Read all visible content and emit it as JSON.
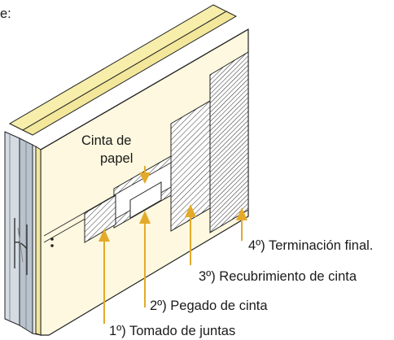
{
  "header_fragment": "e:",
  "labels": {
    "cinta_line1": "Cinta de",
    "cinta_line2": "papel",
    "step1": "1º) Tomado de juntas",
    "step2": "2º) Pegado de cinta",
    "step3": "3º) Recubrimiento de cinta",
    "step4": "4º) Terminación final."
  },
  "colors": {
    "arrow": "#e3aa2a",
    "board_face": "#fdf8df",
    "board_top": "#f6eeaa",
    "paper_edge": "#f2e79a",
    "stud": "#d4dbe3",
    "line": "#222222"
  }
}
